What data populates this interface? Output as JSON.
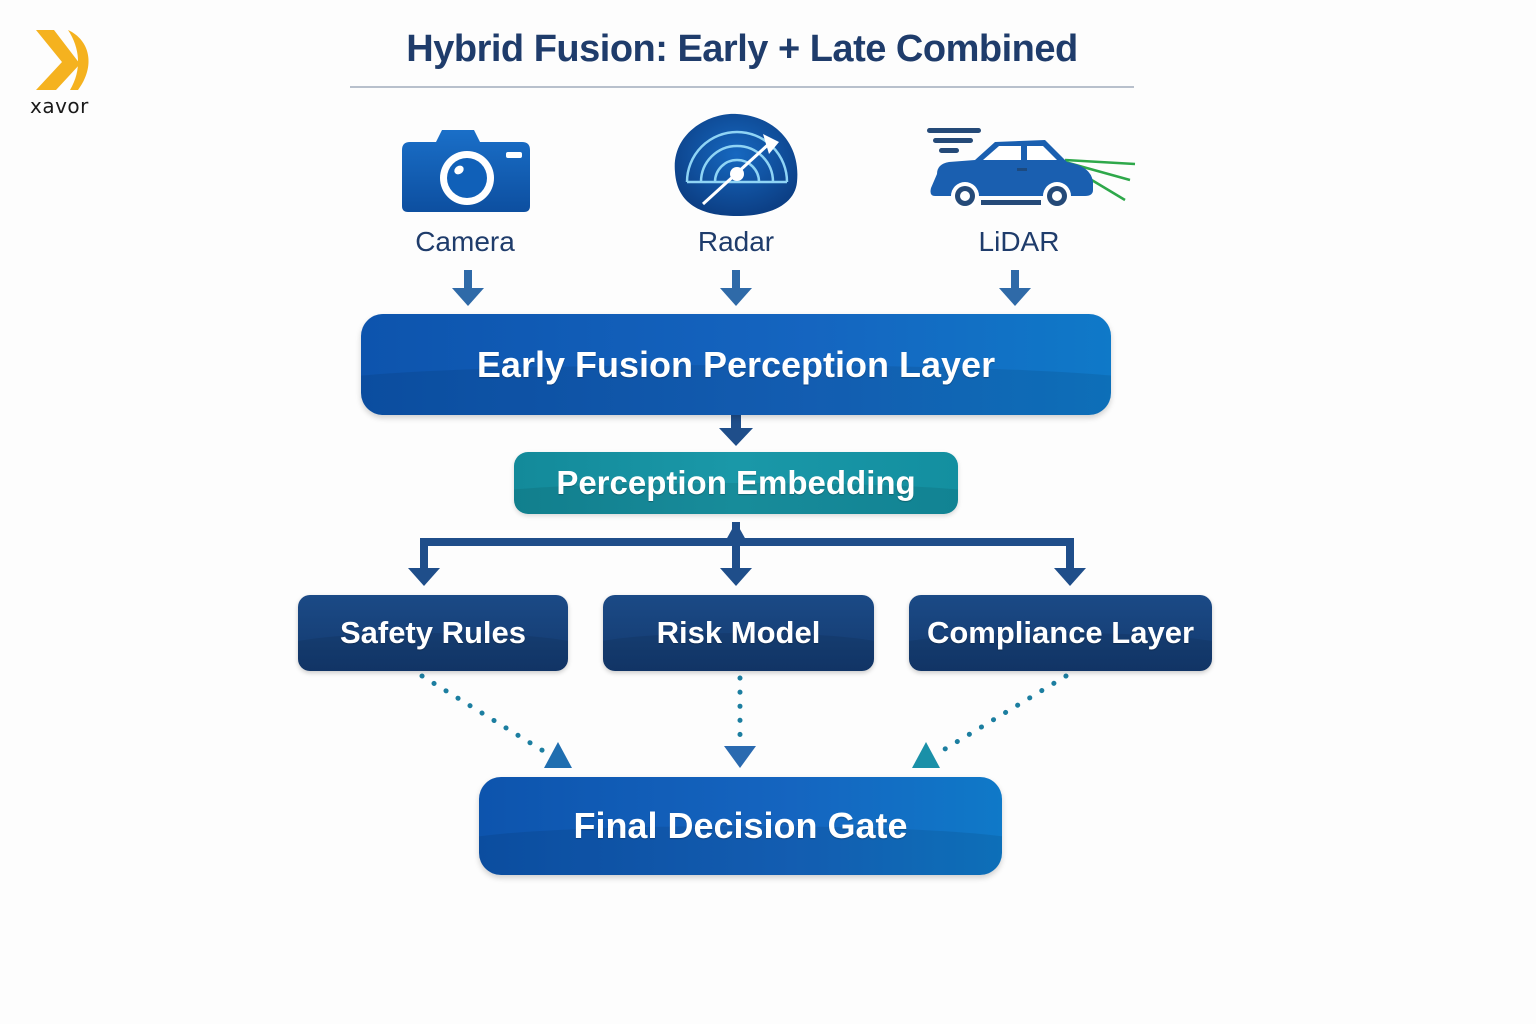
{
  "brand": {
    "logo_text": "xavor",
    "logo_color": "#f5b21f"
  },
  "title": "Hybrid Fusion: Early + Late Combined",
  "sensors": [
    {
      "label": "Camera",
      "icon": "camera-icon"
    },
    {
      "label": "Radar",
      "icon": "radar-icon"
    },
    {
      "label": "LiDAR",
      "icon": "lidar-car-icon"
    }
  ],
  "layers": {
    "early_fusion": "Early Fusion Perception Layer",
    "embedding": "Perception Embedding",
    "branches": [
      "Safety Rules",
      "Risk Model",
      "Compliance Layer"
    ],
    "final": "Final Decision Gate"
  },
  "colors": {
    "title": "#1f3c6b",
    "primary_blue": "#1565c0",
    "teal": "#1a98a8",
    "navy": "#163f78",
    "arrow": "#2f6aa8",
    "dotted": "#1c7ea0",
    "lidar_beam": "#2ea84a"
  }
}
